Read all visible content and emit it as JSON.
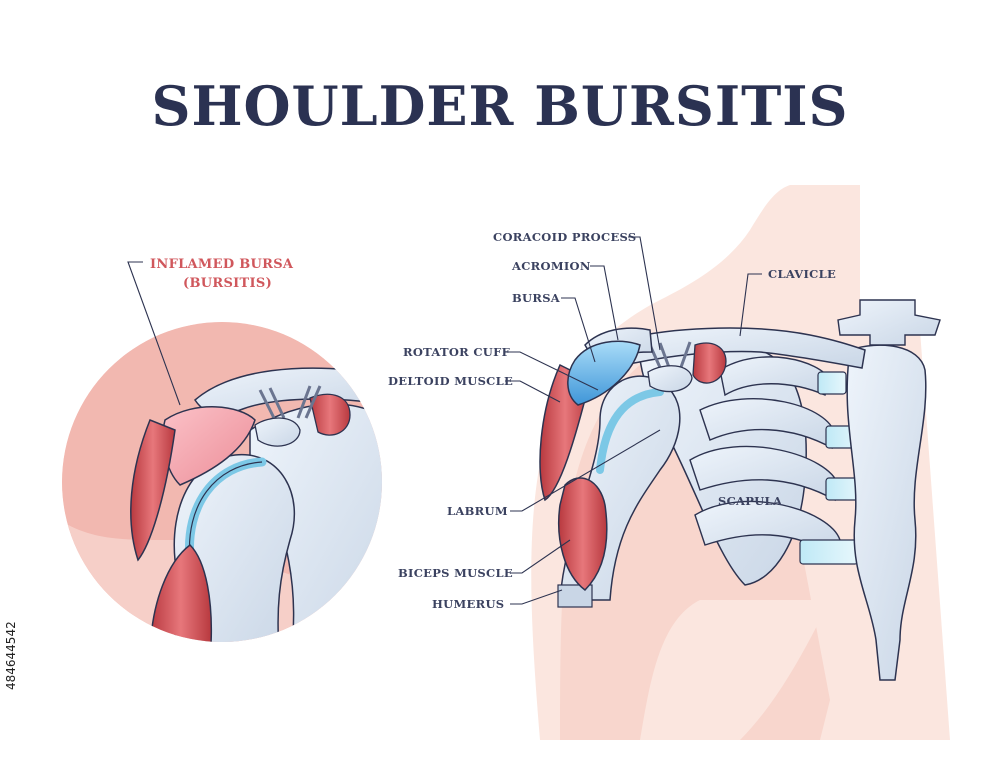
{
  "title": "SHOULDER BURSITIS",
  "stock_id": "484644542",
  "inset": {
    "label_line1": "INFLAMED BURSA",
    "label_line2": "(BURSITIS)"
  },
  "labels": {
    "coracoid_process": "CORACOID PROCESS",
    "acromion": "ACROMION",
    "clavicle": "CLAVICLE",
    "bursa": "BURSA",
    "rotator_cuff": "ROTATOR CUFF",
    "deltoid_muscle": "DELTOID MUSCLE",
    "labrum": "LABRUM",
    "scapula": "SCAPULA",
    "biceps_muscle": "BICEPS MUSCLE",
    "humerus": "HUMERUS"
  },
  "colors": {
    "title": "#2b3252",
    "inflamed": "#d0575c",
    "bone": "#dfe8f3",
    "muscle": "#d2545a",
    "skin": "#fbe3dc",
    "bursa": "#5aaee8"
  }
}
